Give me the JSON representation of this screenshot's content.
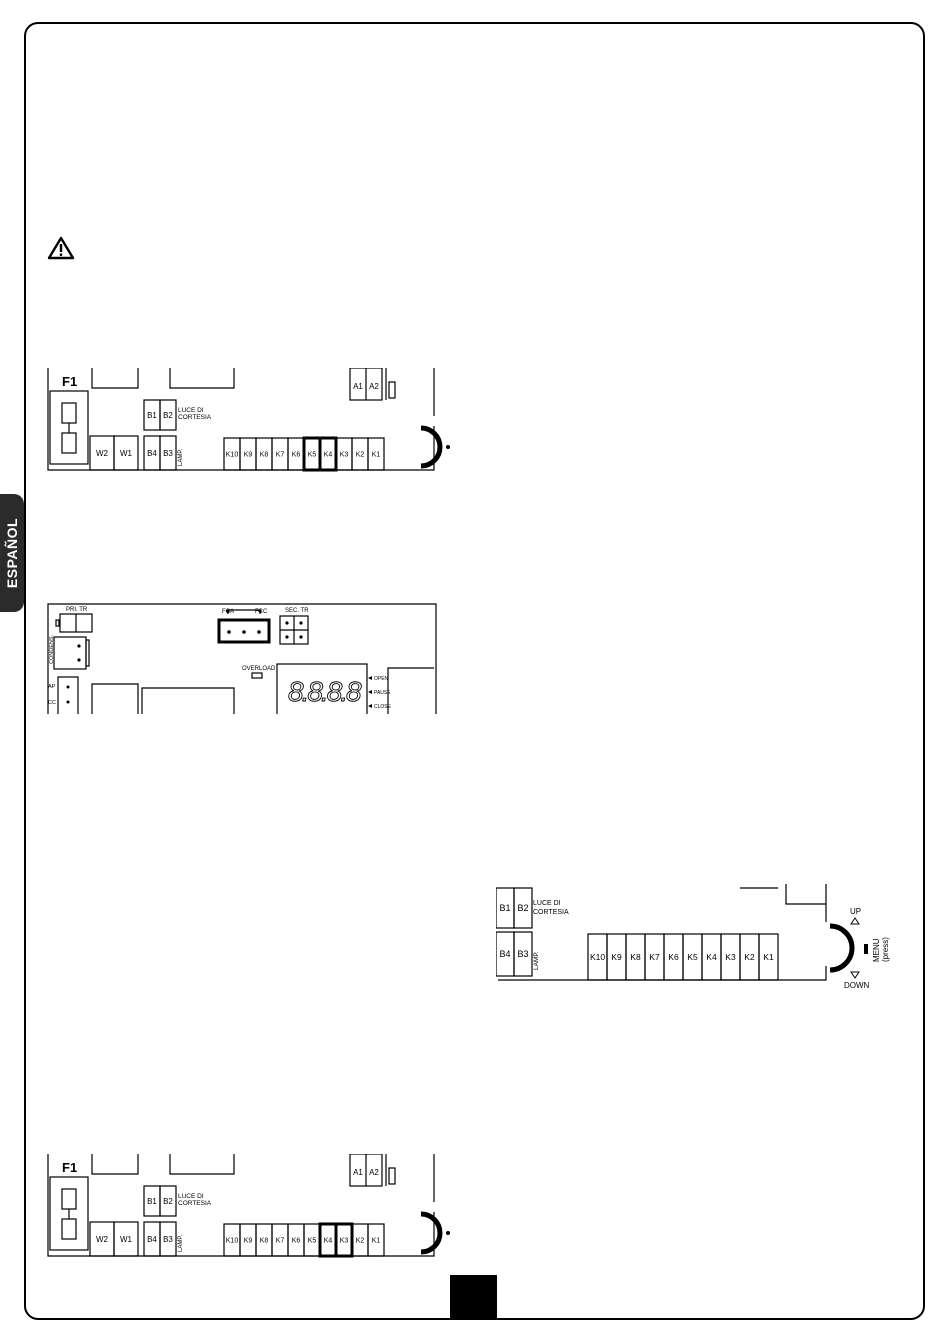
{
  "side_tab": {
    "label": "ESPAÑOL"
  },
  "icons": {
    "warning": "warning-triangle-icon"
  },
  "board_a": {
    "fuse_label": "F1",
    "terminals_w": [
      "W2",
      "W1"
    ],
    "terminals_b_top": [
      "B1",
      "B2"
    ],
    "terminals_b_bottom": [
      "B4",
      "B3"
    ],
    "luce_line1": "LUCE DI",
    "luce_line2": "CORTESIA",
    "lamp_label": "LAMP.",
    "terminals_k": [
      "K10",
      "K9",
      "K8",
      "K7",
      "K6",
      "K5",
      "K4",
      "K3",
      "K2",
      "K1"
    ],
    "terminals_a": [
      "A1",
      "A2"
    ],
    "highlighted": [
      "K5",
      "K4"
    ]
  },
  "board_b": {
    "pri_tr": "PRI. TR",
    "fca": "FCA",
    "fcc": "FCC",
    "sec_tr": "SEC. TR",
    "condens": "CONDENS.",
    "overload": "OVERLOAD",
    "ap": "AP",
    "cc": "CC",
    "display": "8.8.8.8",
    "open": "OPEN",
    "pause": "PAUSE",
    "close": "CLOSE"
  },
  "board_c": {
    "terminals_b_top": [
      "B1",
      "B2"
    ],
    "terminals_b_bottom": [
      "B4",
      "B3"
    ],
    "luce_line1": "LUCE DI",
    "luce_line2": "CORTESIA",
    "lamp_label": "LAMP.",
    "terminals_k": [
      "K10",
      "K9",
      "K8",
      "K7",
      "K6",
      "K5",
      "K4",
      "K3",
      "K2",
      "K1"
    ],
    "up": "UP",
    "down": "DOWN",
    "menu": "MENU",
    "press": "(press)"
  },
  "board_d": {
    "fuse_label": "F1",
    "terminals_w": [
      "W2",
      "W1"
    ],
    "terminals_b_top": [
      "B1",
      "B2"
    ],
    "terminals_b_bottom": [
      "B4",
      "B3"
    ],
    "luce_line1": "LUCE DI",
    "luce_line2": "CORTESIA",
    "lamp_label": "LAMP.",
    "terminals_k": [
      "K10",
      "K9",
      "K8",
      "K7",
      "K6",
      "K5",
      "K4",
      "K3",
      "K2",
      "K1"
    ],
    "terminals_a": [
      "A1",
      "A2"
    ],
    "highlighted": [
      "K4",
      "K3"
    ]
  }
}
